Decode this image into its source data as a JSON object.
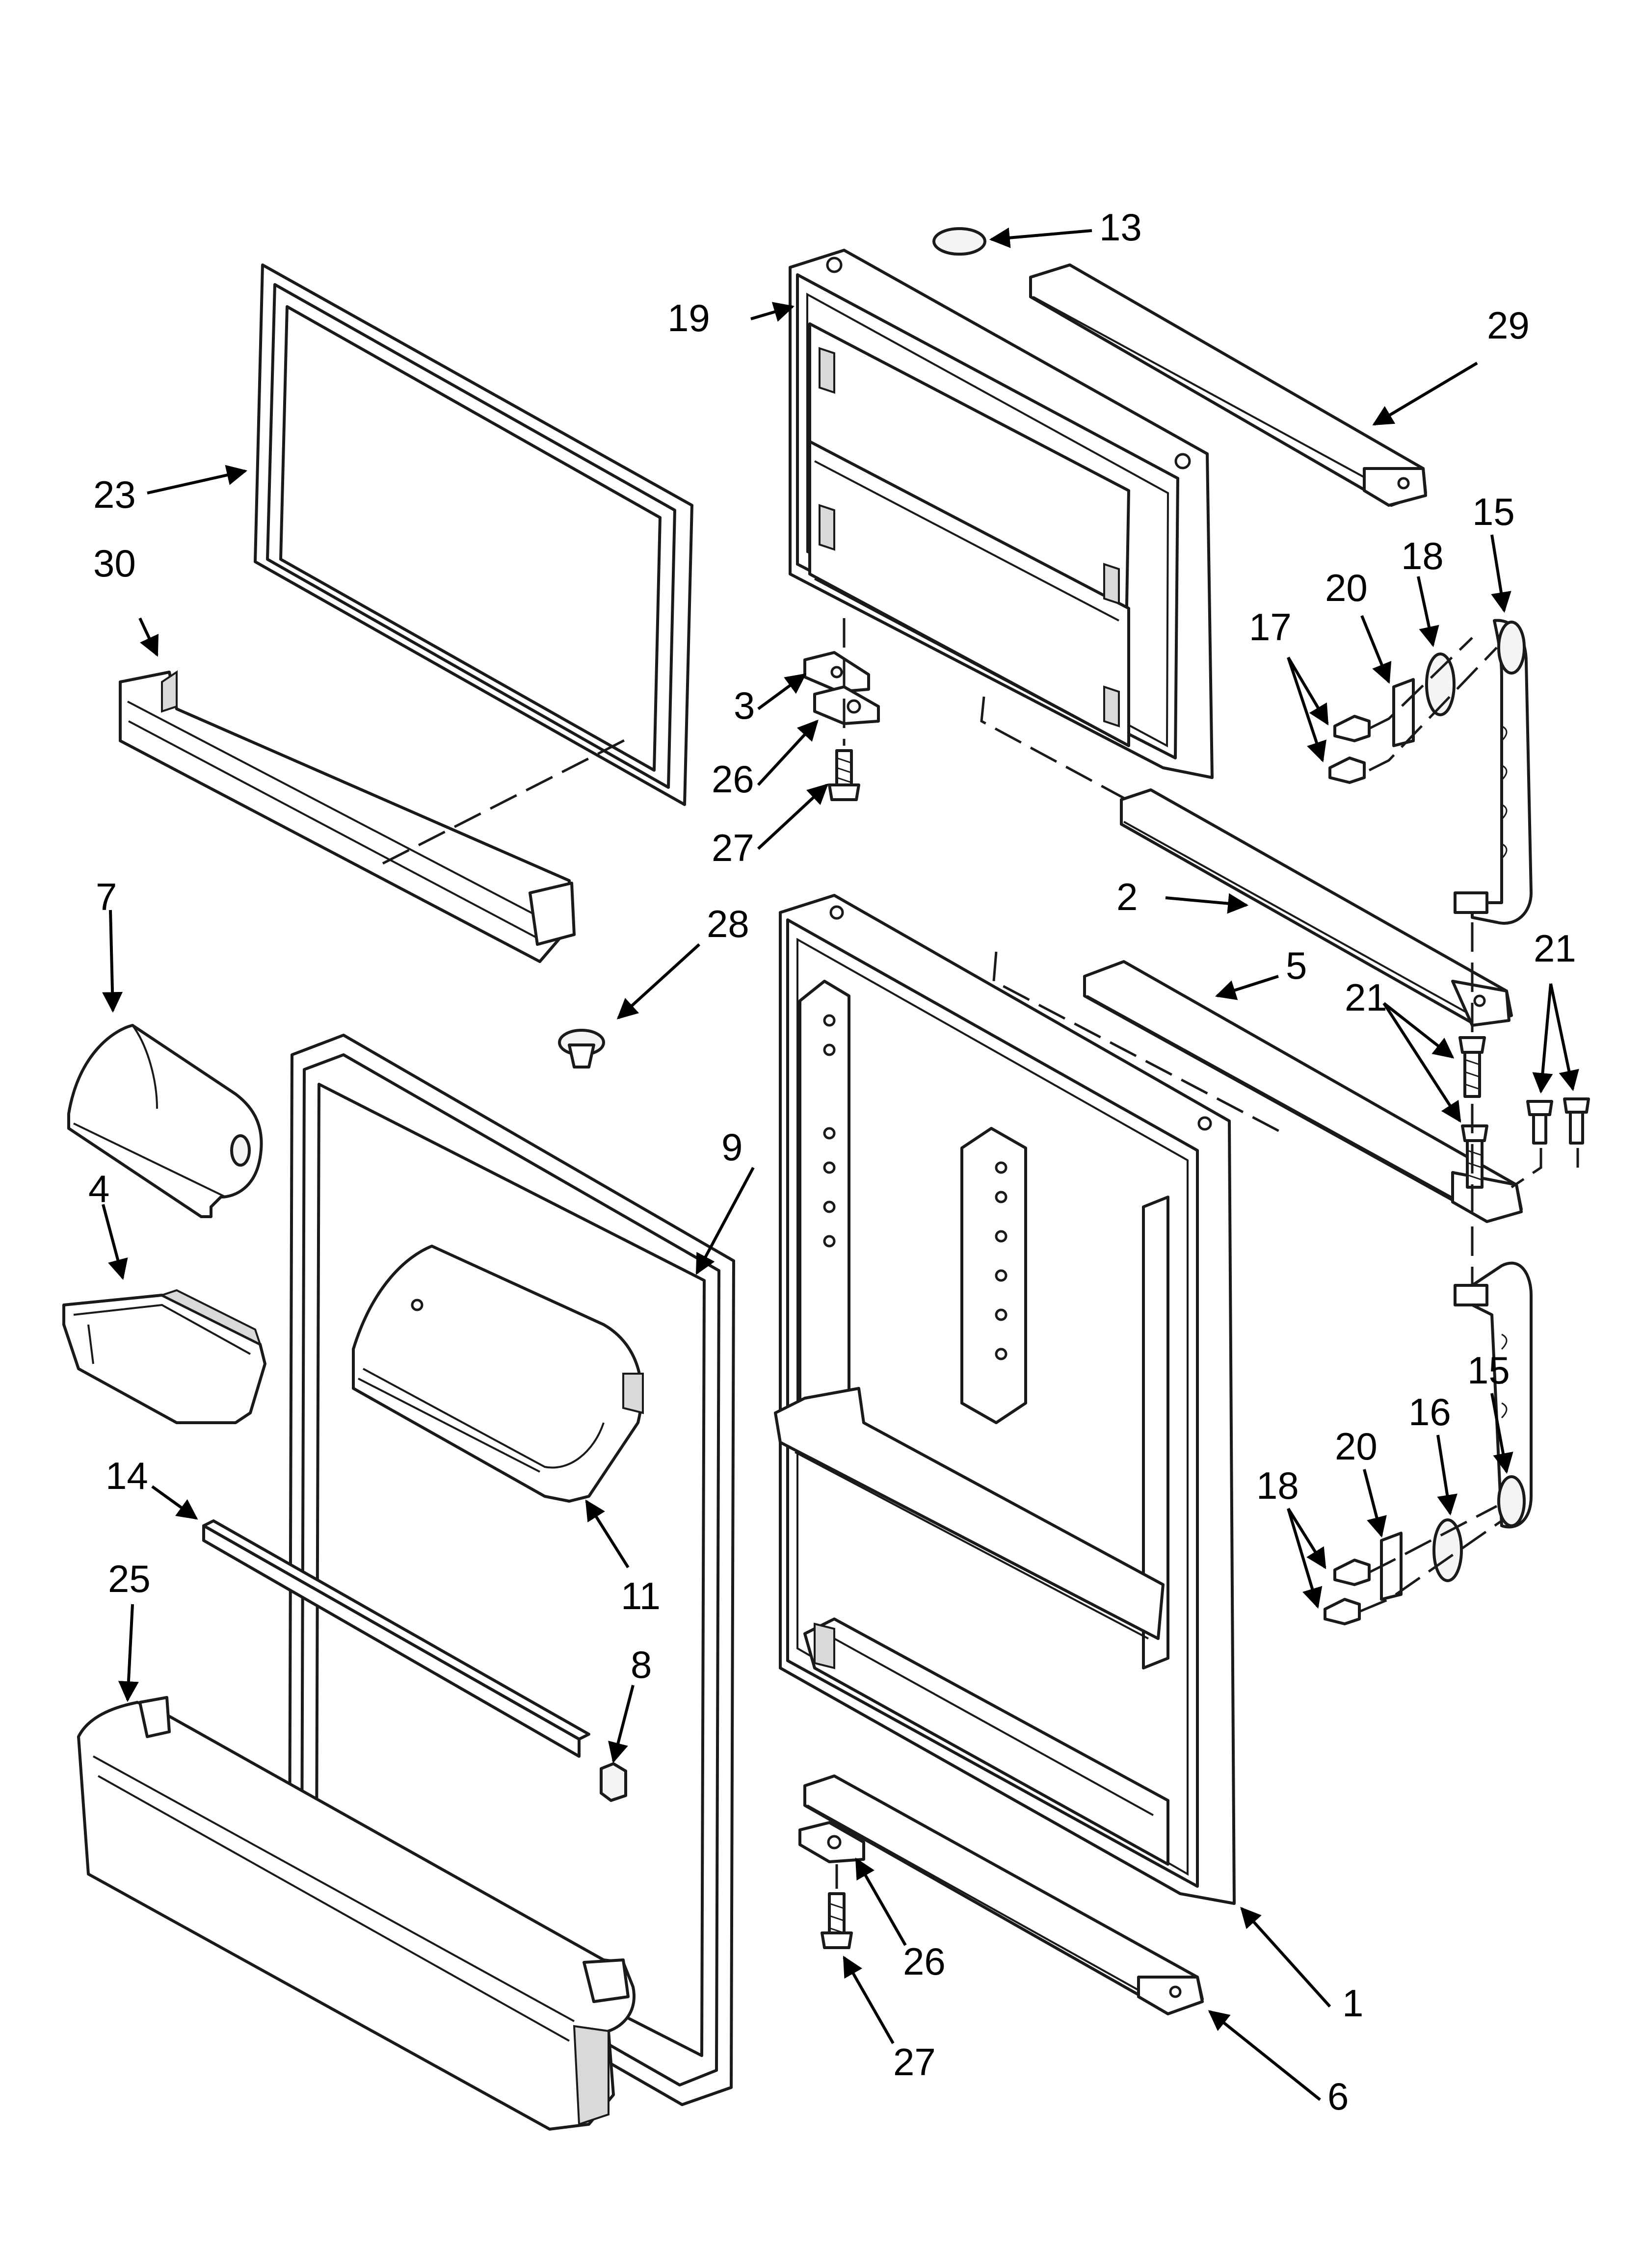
{
  "diagram": {
    "callouts": [
      "1",
      "2",
      "3",
      "4",
      "5",
      "6",
      "7",
      "8",
      "9",
      "11",
      "13",
      "14",
      "15",
      "15",
      "16",
      "17",
      "18",
      "18",
      "19",
      "20",
      "20",
      "21",
      "21",
      "23",
      "25",
      "26",
      "26",
      "27",
      "27",
      "28",
      "29",
      "30"
    ]
  }
}
